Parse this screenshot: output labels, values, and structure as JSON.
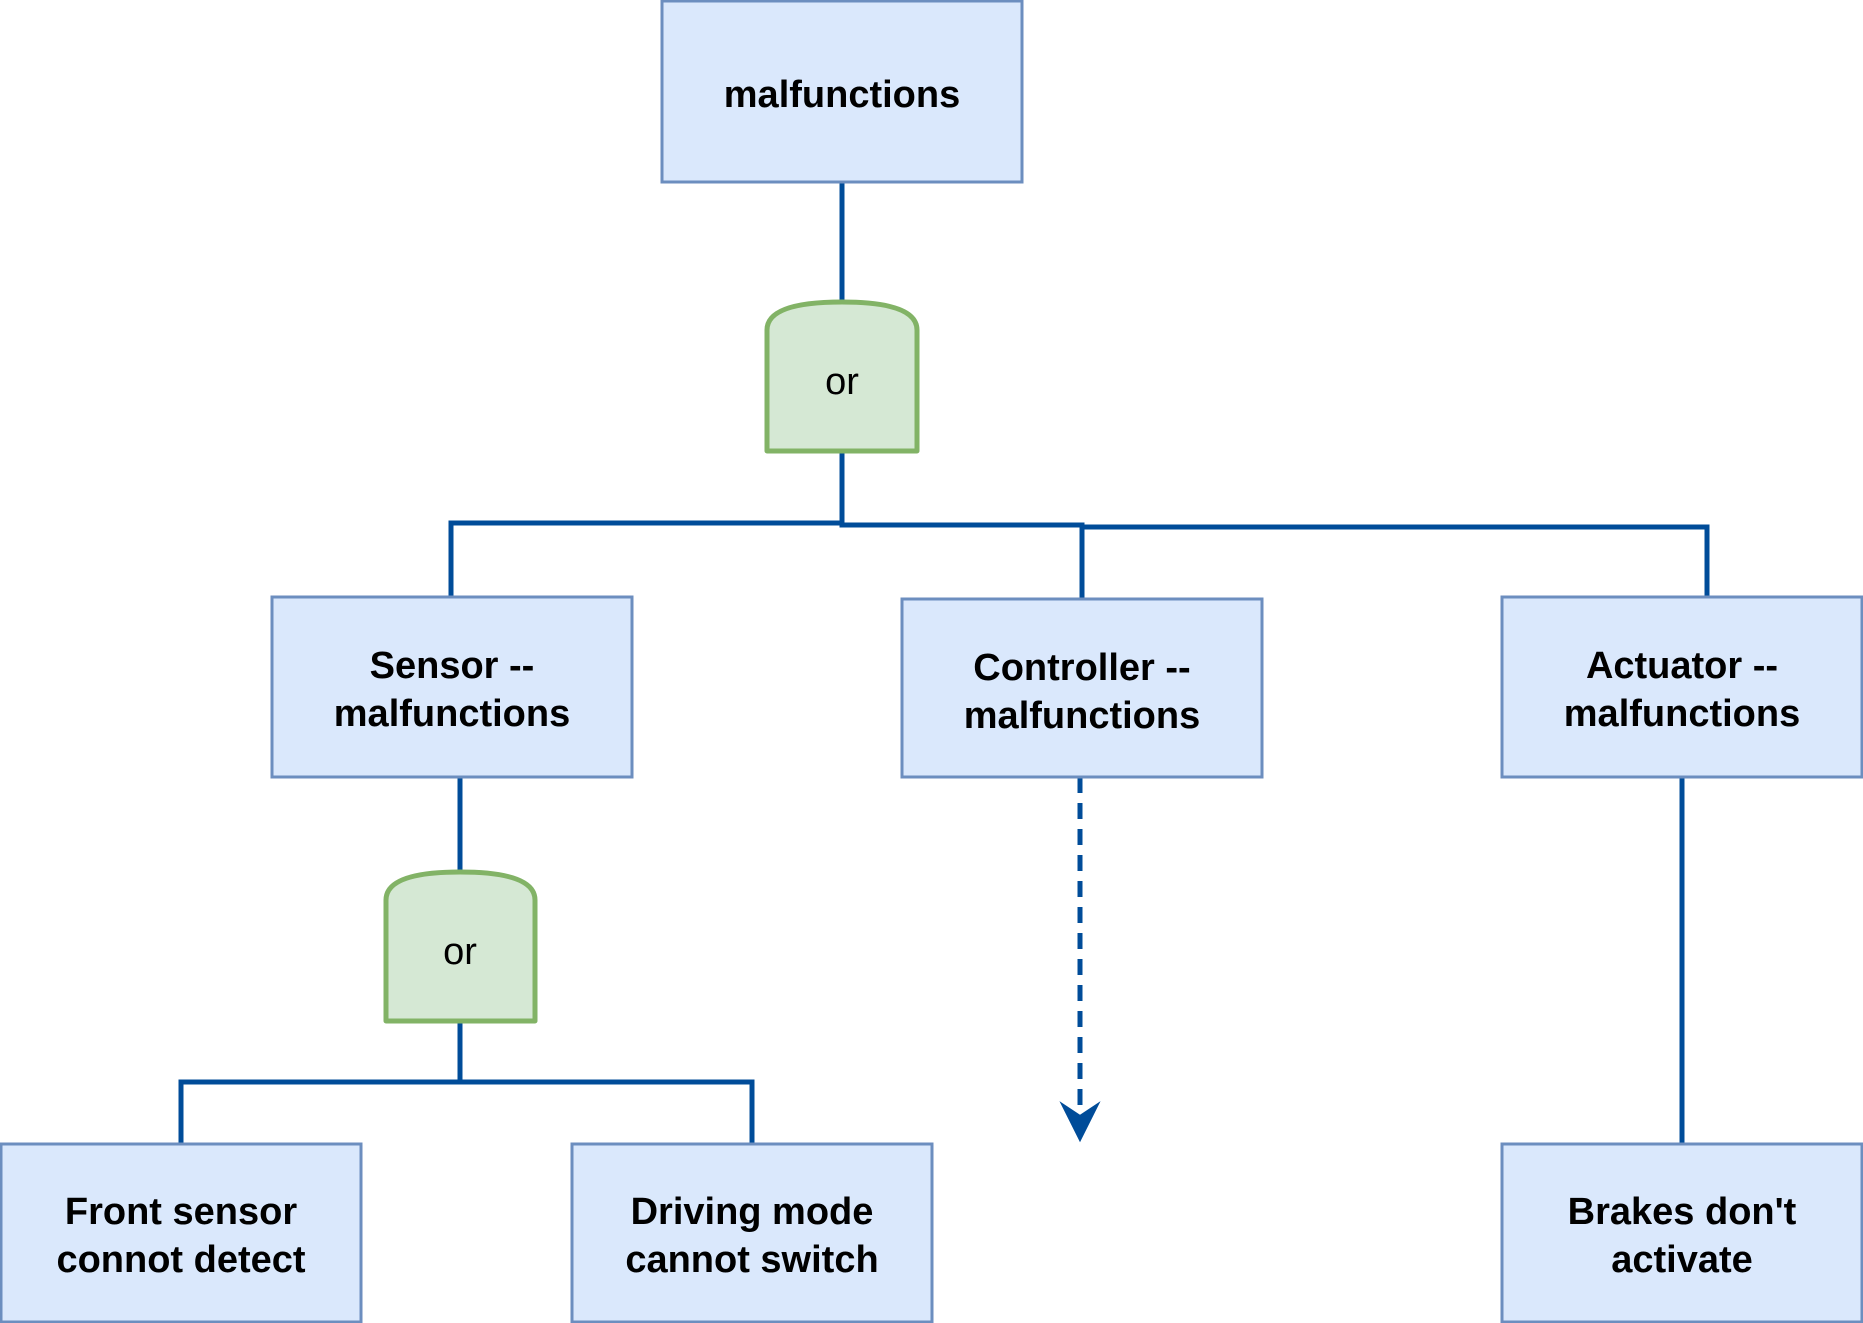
{
  "diagram": {
    "top_event": {
      "label": "malfunctions"
    },
    "gates": {
      "top_or": "or",
      "sensor_or": "or"
    },
    "intermediate_events": {
      "sensor": {
        "line1": "Sensor --",
        "line2": "malfunctions"
      },
      "controller": {
        "line1": "Controller --",
        "line2": "malfunctions"
      },
      "actuator": {
        "line1": "Actuator --",
        "line2": "malfunctions"
      }
    },
    "basic_events": {
      "front_sensor": {
        "line1": "Front sensor",
        "line2": "connot detect"
      },
      "driving_mode": {
        "line1": "Driving mode",
        "line2": "cannot switch"
      },
      "brakes": {
        "line1": "Brakes don't",
        "line2": "activate"
      }
    },
    "colors": {
      "event_fill": "#dae8fc",
      "event_stroke": "#6c8ebf",
      "gate_fill": "#d5e8d4",
      "gate_stroke": "#82b366",
      "connector": "#004c99"
    },
    "connectors": {
      "controller_continuation": "dashed-arrow"
    }
  }
}
